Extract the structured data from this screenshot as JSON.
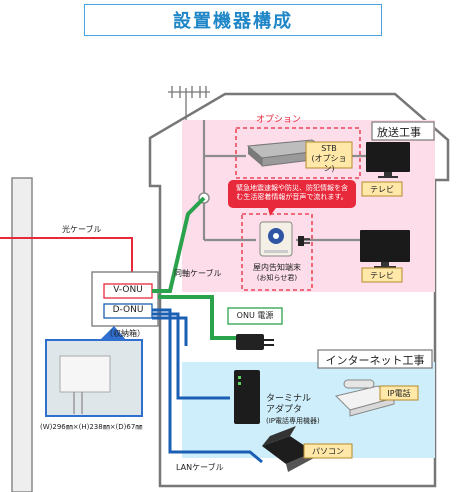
{
  "title": "設置機器構成",
  "labels": {
    "option": "オプション",
    "broadcast": "放送工事",
    "internet": "インターネット工事",
    "stb_line1": "STB",
    "stb_line2": "(オプション)",
    "tv": "テレビ",
    "alert_line1": "緊急地震速報や防災、防犯情報を含",
    "alert_line2": "む生活密着情報が音声で流れます。",
    "receiver_line1": "屋内告知端末",
    "receiver_line2": "(お知らせ君)",
    "coax": "同軸ケーブル",
    "fiber": "光ケーブル",
    "v_onu": "V-ONU",
    "d_onu": "D-ONU",
    "storage": "（収納箱）",
    "onu_power": "ONU 電源",
    "ta_line1": "ターミナル",
    "ta_line2": "アダプタ",
    "ta_line3": "(IP電話専用機器)",
    "ip_phone": "IP電話",
    "pc": "パソコン",
    "lan": "LANケーブル",
    "dims": "(W)296㎜×(H)238㎜×(D)67㎜"
  },
  "colors": {
    "broadcast_zone": "#fcdde9",
    "internet_zone": "#cdeefa",
    "fiber": "#e8283b",
    "coax": "#2ba24c",
    "lan": "#1a5fb4",
    "option_border": "#e8283b",
    "alert_bg": "#e8283b",
    "title": "#1f86c8"
  }
}
